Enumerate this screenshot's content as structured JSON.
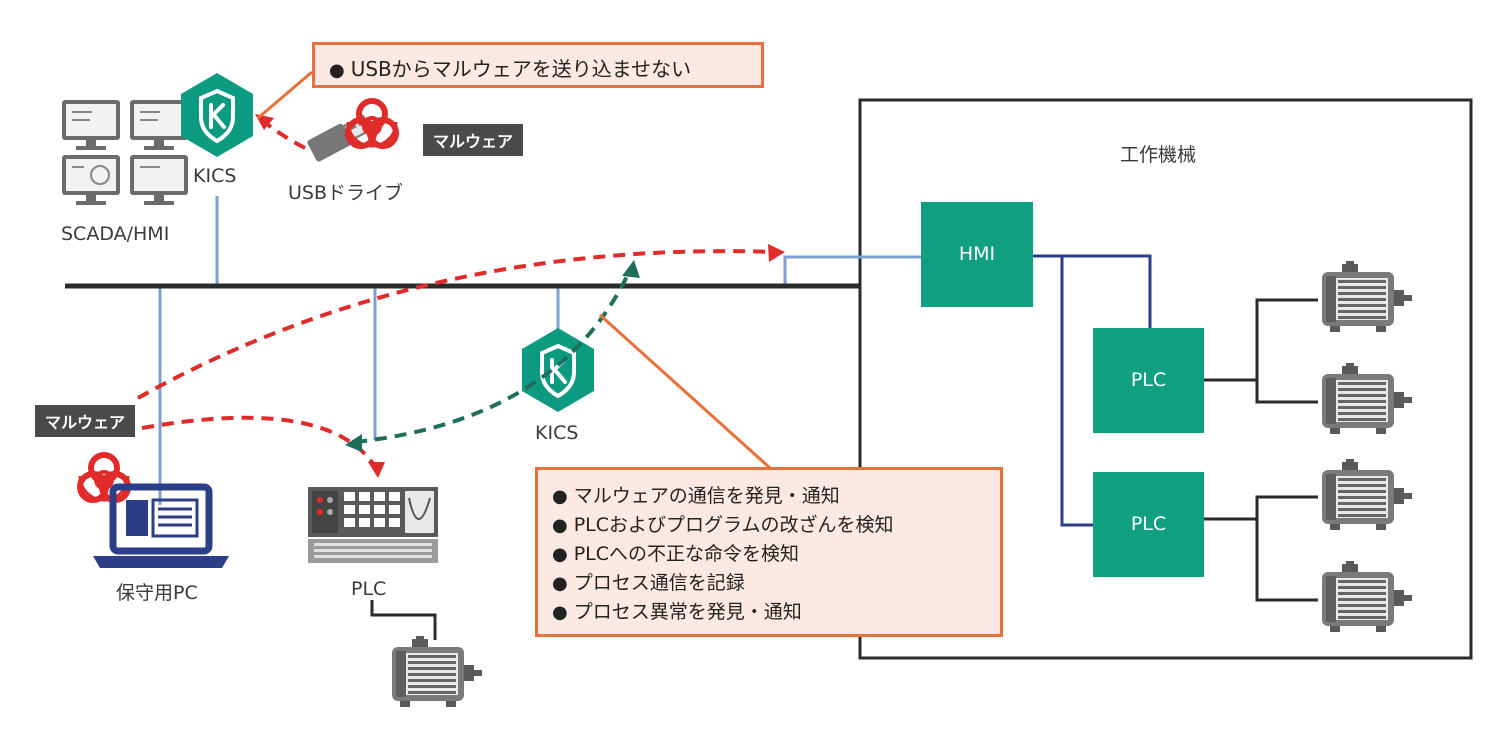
{
  "colors": {
    "kics_green": "#0c9b81",
    "box_green": "#10a081",
    "network_line": "#2b2b2b",
    "link_blue": "#7f9fd3",
    "dark_blue": "#2c3f86",
    "malware_red": "#e02b2b",
    "kics_dash_green": "#1e6e5c",
    "callout_border": "#e8703a",
    "callout_fill": "#fde9e3",
    "tag_fill": "#4a4a4a"
  },
  "nodes": {
    "scada_label": "SCADA/HMI",
    "kics_top_label": "KICS",
    "usb_label": "USBドライブ",
    "malware_tag_usb": "マルウェア",
    "malware_tag_pc": "マルウェア",
    "kics_mid_label": "KICS",
    "pc_label": "保守用PC",
    "plc_left_label": "PLC",
    "machine_label": "工作機械",
    "hmi_label": "HMI",
    "plc_upper_label": "PLC",
    "plc_lower_label": "PLC"
  },
  "callouts": {
    "usb": "USBからマルウェアを送り込ませない",
    "bullet": "●",
    "kics": [
      "マルウェアの通信を発見・通知",
      "PLCおよびプログラムの改ざんを検知",
      "PLCへの不正な命令を検知",
      "プロセス通信を記録",
      "プロセス異常を発見・通知"
    ]
  },
  "icons": [
    "monitor-icon",
    "kics-shield-icon",
    "usb-drive-icon",
    "biohazard-icon",
    "laptop-icon",
    "plc-unit-icon",
    "motor-icon"
  ]
}
